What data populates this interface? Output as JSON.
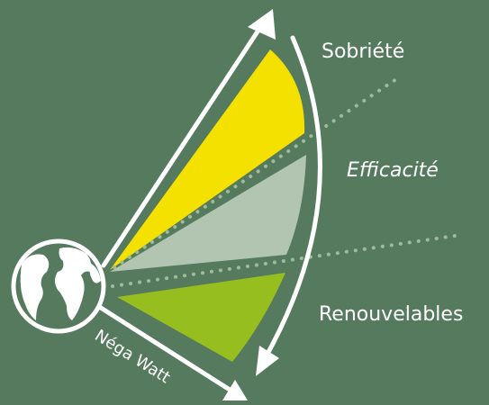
{
  "labels": {
    "sobriete": "Sobriété",
    "efficacite": "Efficacité",
    "renouvelables": "Renouvelables",
    "nega_watt": "Néga Watt"
  },
  "colors": {
    "background": "#557a5d",
    "sobriete": "#f5e100",
    "efficacite": "#b2c5b1",
    "renouvelables": "#96be1e",
    "arrow": "#ffffff",
    "dots": "#9fbb99"
  },
  "icons": {
    "globe": "globe-icon",
    "main_arrow": "arrow-up-icon",
    "curved_arrow": "curved-arrow-down-icon",
    "nega_watt_arrow": "arrow-down-right-icon"
  }
}
